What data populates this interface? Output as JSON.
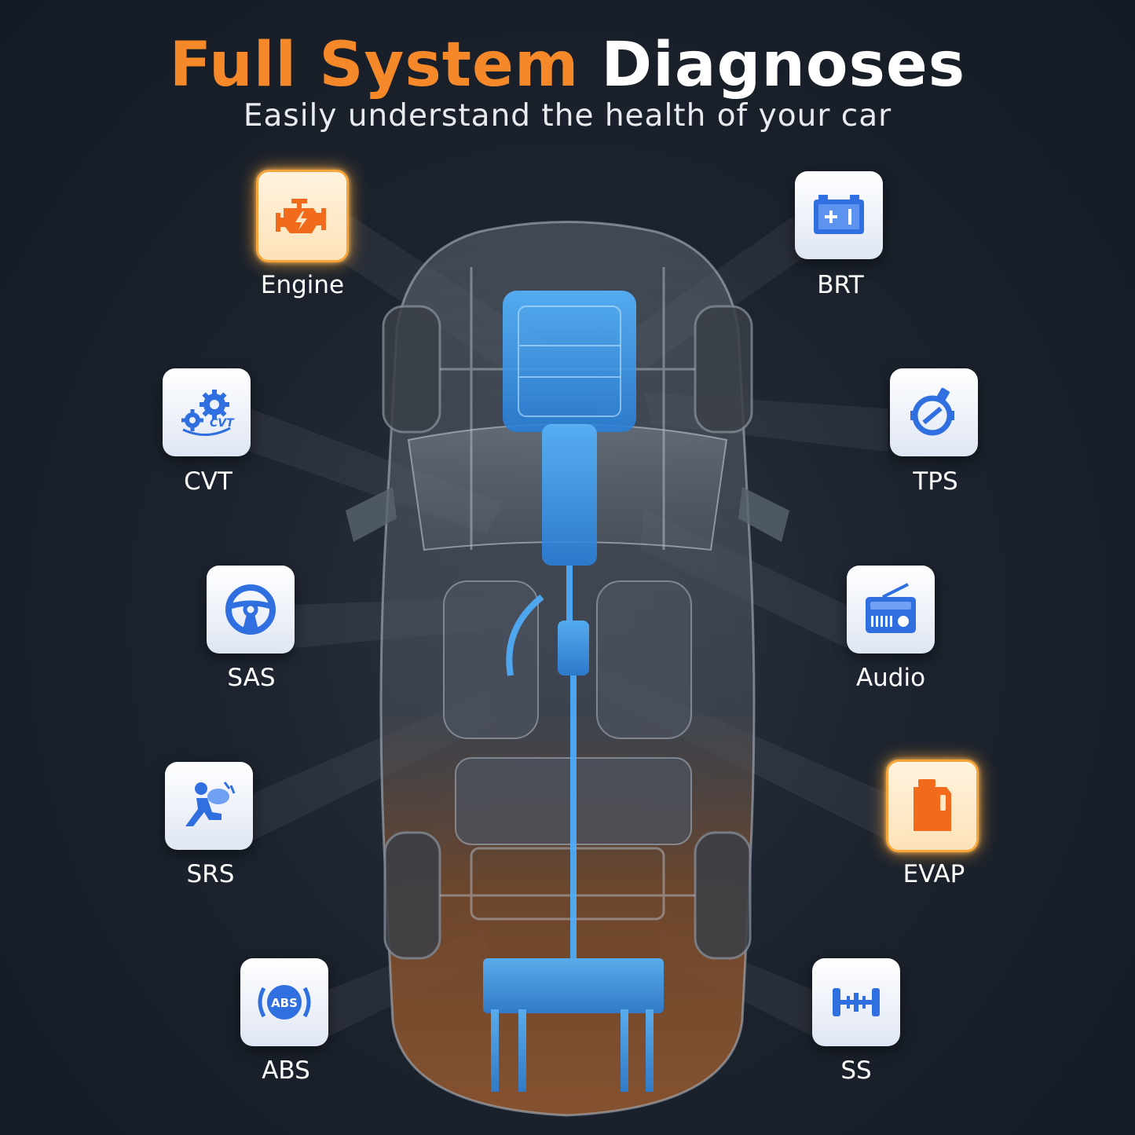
{
  "header": {
    "title_accent": "Full System",
    "title_rest": "Diagnoses",
    "subtitle": "Easily understand the health of your car"
  },
  "systems": {
    "engine": {
      "label": "Engine",
      "icon": "engine-icon",
      "highlight": true
    },
    "brt": {
      "label": "BRT",
      "icon": "battery-icon",
      "highlight": false
    },
    "cvt": {
      "label": "CVT",
      "icon": "cvt-gears-icon",
      "icon_text": "CVT",
      "highlight": false
    },
    "tps": {
      "label": "TPS",
      "icon": "throttle-icon",
      "highlight": false
    },
    "sas": {
      "label": "SAS",
      "icon": "steering-wheel-icon",
      "highlight": false
    },
    "audio": {
      "label": "Audio",
      "icon": "radio-icon",
      "highlight": false
    },
    "srs": {
      "label": "SRS",
      "icon": "airbag-icon",
      "highlight": false
    },
    "evap": {
      "label": "EVAP",
      "icon": "fuel-can-icon",
      "highlight": true
    },
    "abs": {
      "label": "ABS",
      "icon": "abs-icon",
      "icon_text": "ABS",
      "highlight": false
    },
    "ss": {
      "label": "SS",
      "icon": "suspension-icon",
      "highlight": false
    }
  },
  "colors": {
    "accent_orange": "#f5892a",
    "icon_blue": "#2f6fe0",
    "highlight_blue": "#3aa8ff"
  }
}
